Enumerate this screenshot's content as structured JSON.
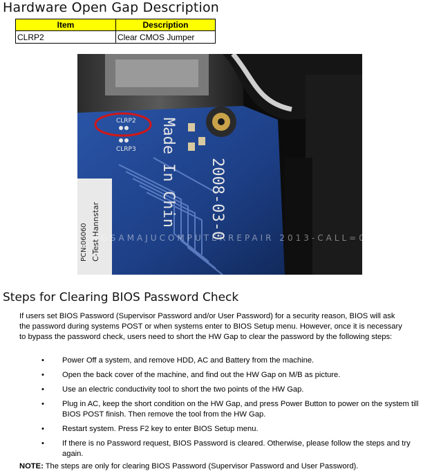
{
  "section1": {
    "title": "Hardware Open Gap Description",
    "table": {
      "headers": [
        "Item",
        "Description"
      ],
      "rows": [
        [
          "CLRP2",
          "Clear CMOS Jumper"
        ]
      ]
    }
  },
  "photo": {
    "labels": {
      "clrp2": "CLRP2",
      "clrp3": "CLRP3",
      "made_in": "Made In Chin",
      "date": "2008-03-0",
      "sticker1": "C-Test Hannstar",
      "sticker2": "PCN:06060",
      "watermark": "MGSAMAJUCOMPUTERREPAIR 2013-CALL=0"
    },
    "colors": {
      "circle": "#d01818",
      "board": "#1d3f86"
    }
  },
  "section2": {
    "title": "Steps for Clearing BIOS Password Check",
    "intro": "If users set BIOS Password (Supervisor Password and/or User Password) for a security reason, BIOS will ask the password during systems POST or when systems enter to BIOS Setup menu. However, once it is necessary to bypass the password check, users need to short the HW Gap to clear the password by the following steps:",
    "bullet": "•",
    "steps": [
      "Power Off a system, and remove HDD, AC and Battery from the machine.",
      "Open the back cover of the machine, and find out the HW Gap on M/B as picture.",
      "Use an electric conductivity tool to short the two points of the HW Gap.",
      "Plug in AC, keep the short condition on the HW Gap, and press Power Button to power on the system till BIOS POST finish. Then remove the tool from the HW Gap.",
      "Restart system. Press F2 key to enter BIOS Setup menu.",
      "If there is no Password request, BIOS Password is cleared. Otherwise, please follow the steps and try again."
    ],
    "note_label": "NOTE:",
    "note_text": " The steps are only for clearing BIOS Password (Supervisor Password and User Password)."
  }
}
